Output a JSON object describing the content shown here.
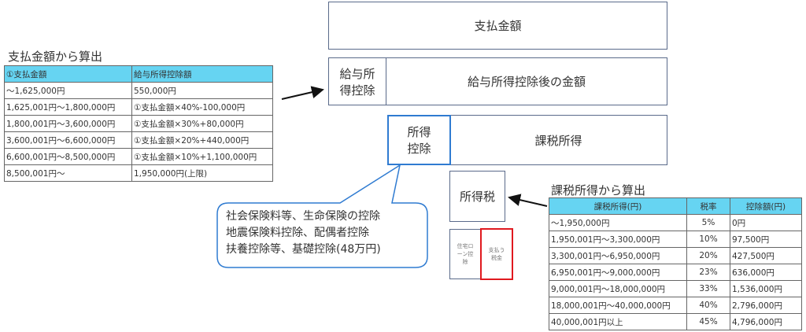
{
  "left_table": {
    "title": "支払金額から算出",
    "headers": [
      "①支払金額",
      "給与所得控除額"
    ],
    "rows": [
      [
        "〜1,625,000円",
        "550,000円"
      ],
      [
        "1,625,001円〜1,800,000円",
        "①支払金額×40%-100,000円"
      ],
      [
        "1,800,001円〜3,600,000円",
        "①支払金額×30%+80,000円"
      ],
      [
        "3,600,001円〜6,600,000円",
        "①支払金額×20%+440,000円"
      ],
      [
        "6,600,001円〜8,500,000円",
        "①支払金額×10%+1,100,000円"
      ],
      [
        "8,500,001円〜",
        "1,950,000円(上限)"
      ]
    ]
  },
  "diagram": {
    "payment": "支払金額",
    "salary_deduction": "給与所得控除",
    "after_salary": "給与所得控除後の金額",
    "income_deduction": "所得控除",
    "taxable_income": "課税所得",
    "income_tax": "所得税",
    "housing_loan": "住宅ローン控除",
    "tax_paid": "支払う税金",
    "callout": [
      "社会保険料等、生命保険の控除",
      "地震保険料控除、配偶者控除",
      "扶養控除等、基礎控除(48万円)"
    ]
  },
  "right_table": {
    "title": "課税所得から算出",
    "headers": [
      "課税所得(円)",
      "税率",
      "控除額(円)"
    ],
    "rows": [
      [
        "〜1,950,000円",
        "5%",
        "0円"
      ],
      [
        "1,950,001円〜3,300,000円",
        "10%",
        "97,500円"
      ],
      [
        "3,300,001円〜6,950,000円",
        "20%",
        "427,500円"
      ],
      [
        "6,950,001円〜9,000,000円",
        "23%",
        "636,000円"
      ],
      [
        "9,000,001円〜18,000,000円",
        "33%",
        "1,536,000円"
      ],
      [
        "18,000,001円〜40,000,000円",
        "40%",
        "2,796,000円"
      ],
      [
        "40,000,001円以上",
        "45%",
        "4,796,000円"
      ]
    ]
  },
  "colors": {
    "header": "#66d4f2",
    "highlight_blue": "#2f7bd1",
    "highlight_red": "#e0191f"
  }
}
